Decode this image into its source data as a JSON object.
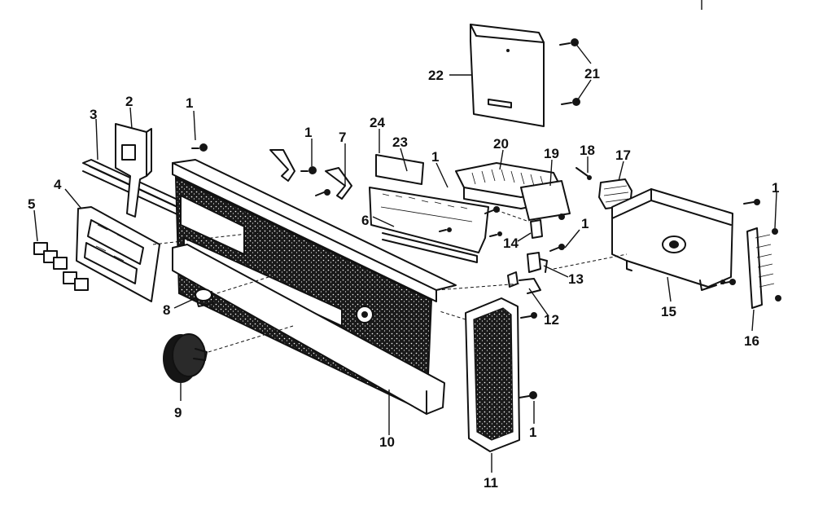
{
  "diagram": {
    "callouts": [
      {
        "id": "c1a",
        "text": "1"
      },
      {
        "id": "c1b",
        "text": "1"
      },
      {
        "id": "c1c",
        "text": "1"
      },
      {
        "id": "c1d",
        "text": "1"
      },
      {
        "id": "c1e",
        "text": "1"
      },
      {
        "id": "c1f",
        "text": "1"
      },
      {
        "id": "c2",
        "text": "2"
      },
      {
        "id": "c3",
        "text": "3"
      },
      {
        "id": "c4",
        "text": "4"
      },
      {
        "id": "c5",
        "text": "5"
      },
      {
        "id": "c6",
        "text": "6"
      },
      {
        "id": "c7",
        "text": "7"
      },
      {
        "id": "c8",
        "text": "8"
      },
      {
        "id": "c9",
        "text": "9"
      },
      {
        "id": "c10",
        "text": "10"
      },
      {
        "id": "c11",
        "text": "11"
      },
      {
        "id": "c12",
        "text": "12"
      },
      {
        "id": "c13",
        "text": "13"
      },
      {
        "id": "c14",
        "text": "14"
      },
      {
        "id": "c15",
        "text": "15"
      },
      {
        "id": "c16",
        "text": "16"
      },
      {
        "id": "c17",
        "text": "17"
      },
      {
        "id": "c18",
        "text": "18"
      },
      {
        "id": "c19",
        "text": "19"
      },
      {
        "id": "c20",
        "text": "20"
      },
      {
        "id": "c21",
        "text": "21"
      },
      {
        "id": "c22",
        "text": "22"
      },
      {
        "id": "c23",
        "text": "23"
      },
      {
        "id": "c24",
        "text": "24"
      }
    ]
  }
}
